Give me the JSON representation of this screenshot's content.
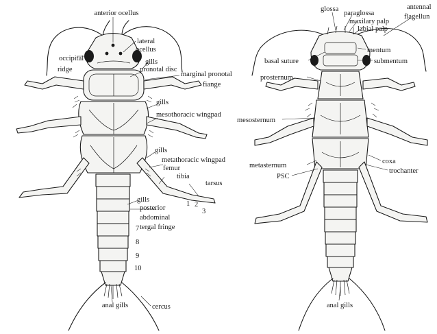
{
  "dorsal_labels": {
    "anterior_ocellus": "anterior ocellus",
    "lateral_ocellus_1": "lateral",
    "lateral_ocellus_2": "ocellus",
    "occipital_ridge_1": "occipital",
    "occipital_ridge_2": "ridge",
    "gills_1": "gills",
    "pronotal_disc": "pronotal disc",
    "marginal_pronotal_1": "marginal pronotal",
    "marginal_pronotal_2": "fiange",
    "gills_2": "gills",
    "mesothoracic_wingpad": "mesothoracic wingpad",
    "gills_3": "gills",
    "metathoracic_wingpad": "metathoracic wingpad",
    "femur": "femur",
    "tibia": "tibia",
    "tarsus": "tarsus",
    "gills_4": "gills",
    "posterior": "posterior",
    "abdominal": "abdominal",
    "tergal_fringe": "tergal fringe",
    "tarsus_1": "1",
    "tarsus_2": "2",
    "tarsus_3": "3",
    "seg_7": "7",
    "seg_8": "8",
    "seg_9": "9",
    "seg_10": "10",
    "anal_gills": "anal gills",
    "cercus": "cercus"
  },
  "ventral_labels": {
    "glossa": "glossa",
    "paraglossa": "paraglossa",
    "maxilary_palp": "maxilary palp",
    "labial_palp": "labial palp",
    "antennal_1": "antennal",
    "antennal_2": "flagellun",
    "basal_suture": "basal suture",
    "mentum": "mentum",
    "submentum": "submentum",
    "prosternum": "prosternum",
    "mesosternum": "mesosternum",
    "coxa": "coxa",
    "metasternum": "metasternum",
    "trochanter": "trochanter",
    "psc": "PSC",
    "anal_gills": "anal gills"
  },
  "colors": {
    "ink": "#1a1a1a",
    "paper": "#ffffff",
    "body_fill": "#f4f4f2"
  }
}
